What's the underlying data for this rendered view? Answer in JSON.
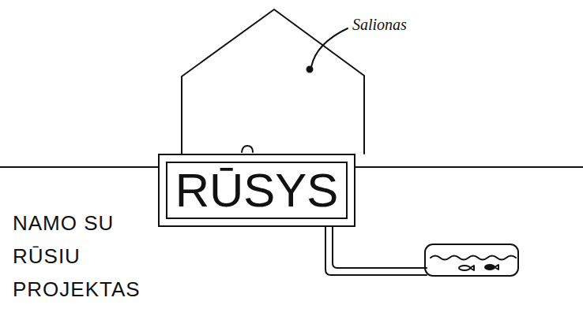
{
  "diagram": {
    "title": "NAMO SU RŪSIU PROJEKTAS",
    "nodes": [
      {
        "text": [
          "RŪSYS"
        ]
      }
    ],
    "labels": [
      "Salionas"
    ]
  }
}
